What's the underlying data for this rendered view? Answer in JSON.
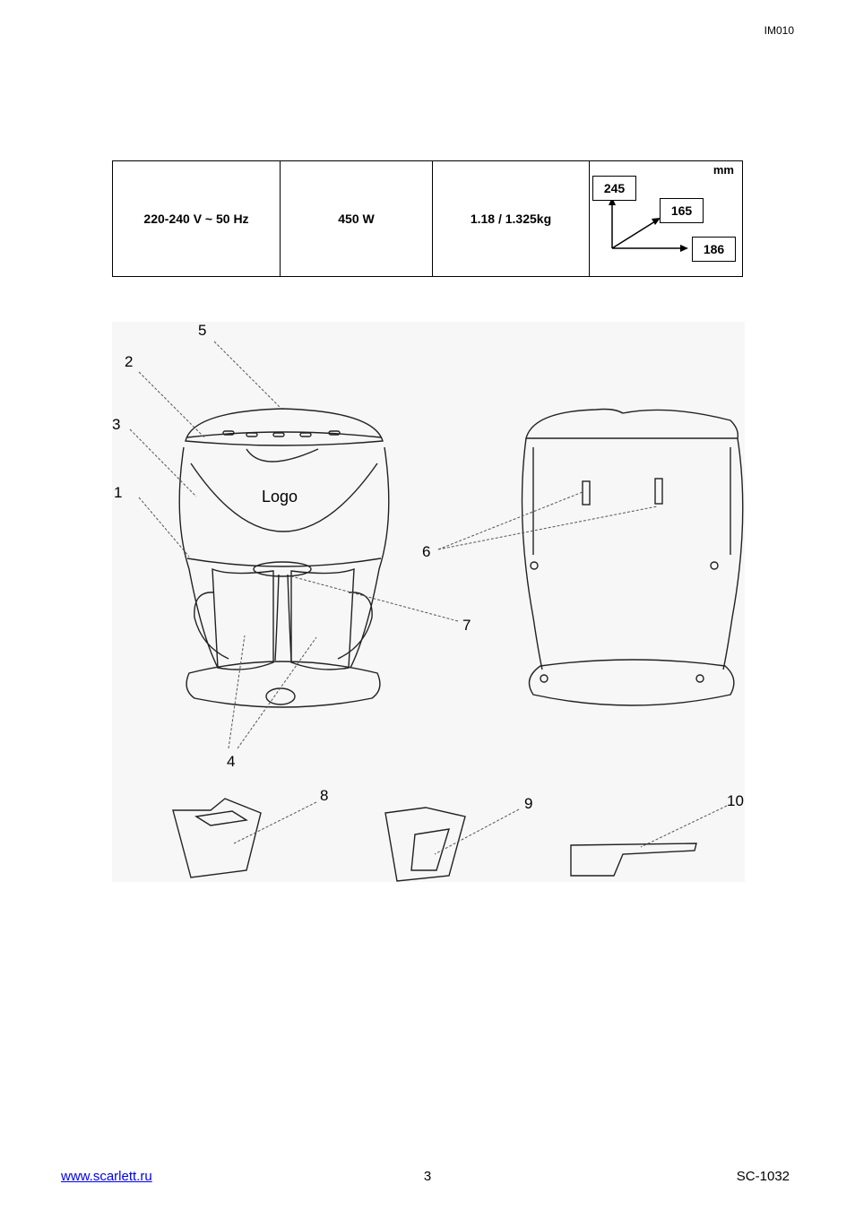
{
  "header": {
    "doc_code": "IM010"
  },
  "spec_table": {
    "voltage": "220-240 V ~ 50 Hz",
    "power": "450 W",
    "weight": "1.18 / 1.325kg",
    "dimensions": {
      "unit": "mm",
      "height": "245",
      "depth": "165",
      "width": "186"
    }
  },
  "diagram": {
    "logo_text": "Logo",
    "callouts": [
      "1",
      "2",
      "3",
      "4",
      "5",
      "6",
      "7",
      "8",
      "9",
      "10"
    ]
  },
  "footer": {
    "website": "www.scarlett.ru",
    "page_number": "3",
    "model": "SC-1032"
  }
}
